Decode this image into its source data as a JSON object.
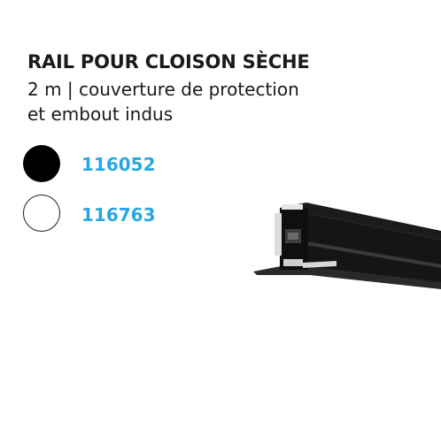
{
  "product": {
    "title": "RAIL POUR CLOISON SÈCHE",
    "subtitle_line1": "2 m | couverture de protection",
    "subtitle_line2": "et embout indus"
  },
  "variants": [
    {
      "color_name": "black",
      "swatch_color": "#000000",
      "code": "116052"
    },
    {
      "color_name": "white",
      "swatch_color": "#ffffff",
      "code": "116763"
    }
  ],
  "colors": {
    "code_text": "#29a8e0",
    "title_text": "#1a1a1a"
  }
}
